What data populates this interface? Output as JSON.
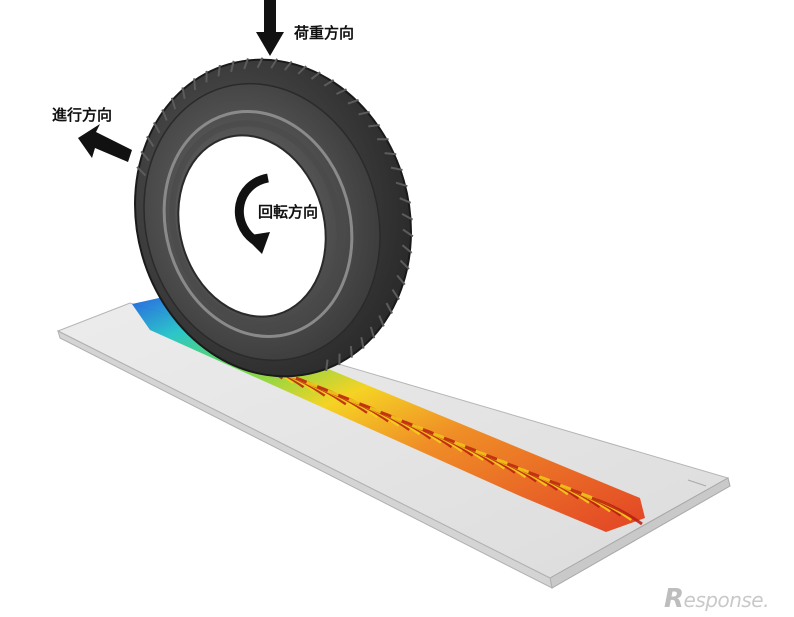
{
  "labels": {
    "load_direction": "荷重方向",
    "travel_direction": "進行方向",
    "rotation_direction": "回転方向"
  },
  "watermark": {
    "initial": "R",
    "rest": "esponse."
  },
  "colors": {
    "tire": "#3a3a3a",
    "road": "#e6e6e6",
    "arrow": "#111111",
    "contact_hot": "#e33b1c",
    "contact_mid": "#f6d21a",
    "contact_cool": "#1f8fe0"
  }
}
